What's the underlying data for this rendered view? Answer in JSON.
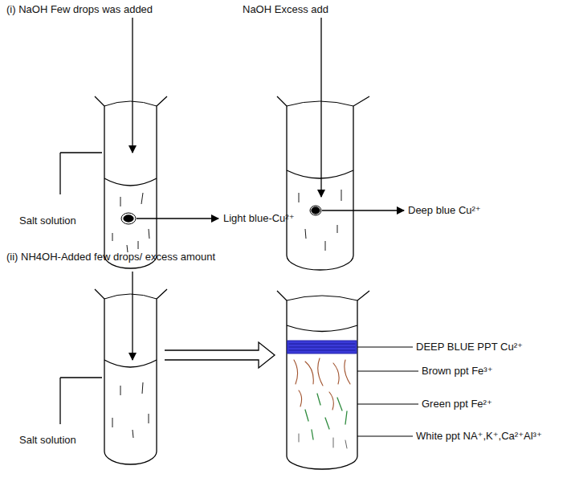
{
  "diagram": {
    "labels": [
      "(i) NaOH Few drops was added",
      "NaOH Excess add",
      "Salt solution",
      "Light blue-Cu²⁺",
      "Deep blue Cu²⁺",
      "(ii) NH4OH-Added few drops/ excess amount",
      "Salt solution",
      "DEEP BLUE PPT Cu²⁺",
      "Brown ppt Fe³⁺",
      "Green ppt Fe²⁺",
      "White ppt NA⁺,K⁺,Ca²⁺Al³⁺"
    ]
  }
}
